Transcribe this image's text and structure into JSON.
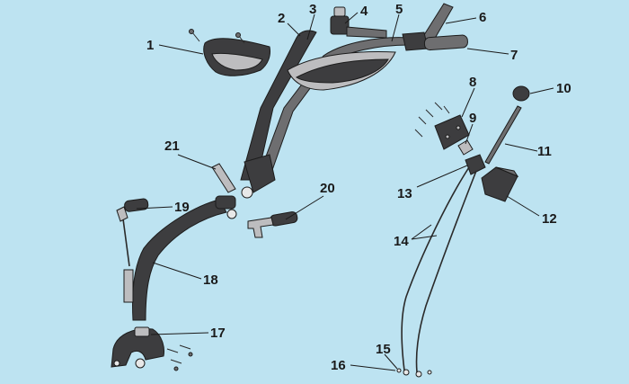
{
  "diagram": {
    "callouts": [
      {
        "id": "1",
        "label": "1"
      },
      {
        "id": "2",
        "label": "2"
      },
      {
        "id": "3",
        "label": "3"
      },
      {
        "id": "4",
        "label": "4"
      },
      {
        "id": "5",
        "label": "5"
      },
      {
        "id": "6",
        "label": "6"
      },
      {
        "id": "7",
        "label": "7"
      },
      {
        "id": "8",
        "label": "8"
      },
      {
        "id": "9",
        "label": "9"
      },
      {
        "id": "10",
        "label": "10"
      },
      {
        "id": "11",
        "label": "11"
      },
      {
        "id": "12",
        "label": "12"
      },
      {
        "id": "13",
        "label": "13"
      },
      {
        "id": "14",
        "label": "14"
      },
      {
        "id": "15",
        "label": "15"
      },
      {
        "id": "16",
        "label": "16"
      },
      {
        "id": "17",
        "label": "17"
      },
      {
        "id": "18",
        "label": "18"
      },
      {
        "id": "19",
        "label": "19"
      },
      {
        "id": "20",
        "label": "20"
      },
      {
        "id": "21",
        "label": "21"
      }
    ]
  },
  "colors": {
    "background": "#bde3f1",
    "part_dark": "#3d3d3f",
    "part_mid": "#6e6e70",
    "part_light": "#bdbdbf",
    "line": "#1a1a1a"
  }
}
